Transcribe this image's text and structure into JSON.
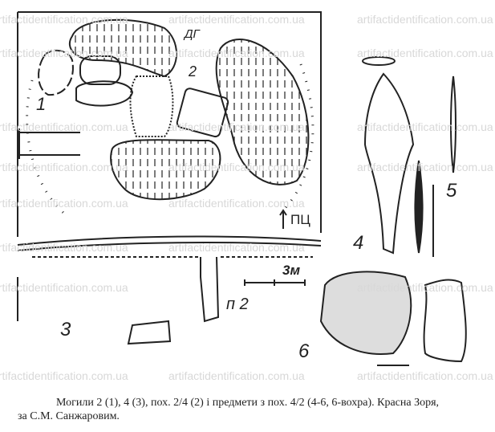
{
  "figure": {
    "labels": {
      "dg": "ДГ",
      "n1": "1",
      "n2": "2",
      "n3": "3",
      "n4": "4",
      "n5": "5",
      "n6": "6",
      "p2": "п 2",
      "scale": "3м",
      "orient": "ПЦ"
    }
  },
  "watermark": "artifactidentification.com.ua",
  "caption": {
    "line1": "Могили 2 (1), 4 (3), пох. 2/4 (2) і предмети з пох. 4/2 (4-6, 6-вохра). Красна Зоря,",
    "line2": "за  С.М.  Санжаровим."
  }
}
